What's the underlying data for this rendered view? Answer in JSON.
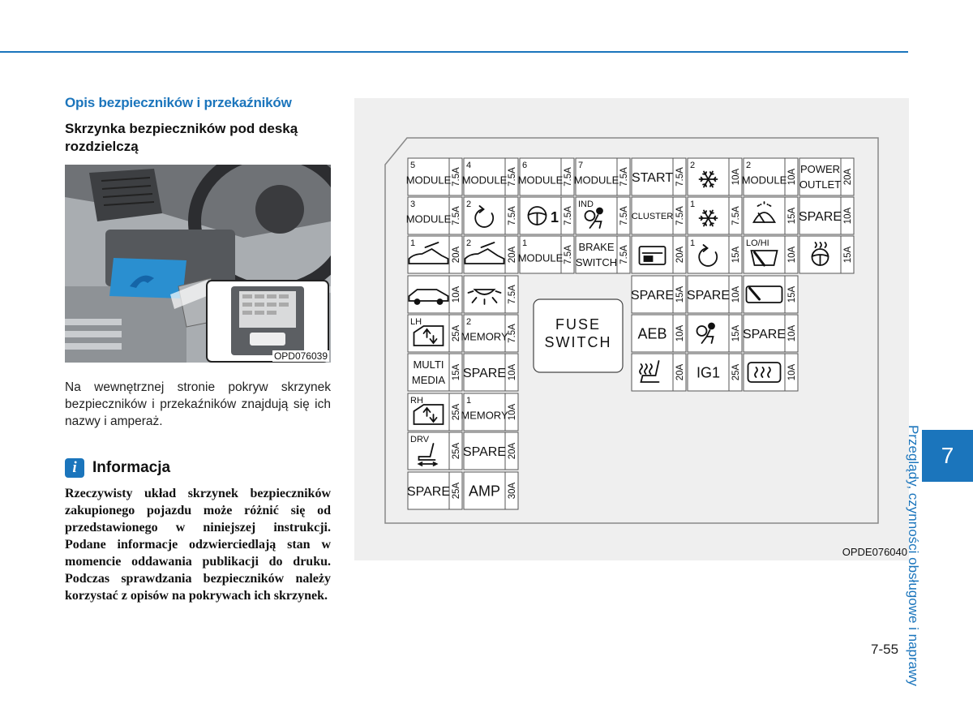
{
  "section": {
    "title": "Opis bezpieczników i przekaźników",
    "subtitle": "Skrzynka bezpieczników pod deską rozdzielczą"
  },
  "photo": {
    "code": "OPD076039"
  },
  "body_text": "Na wewnętrznej stronie pokryw skrzynek bezpieczników i przekaźników znajdują się ich nazwy i amperaż.",
  "info": {
    "icon_letter": "i",
    "title": "Informacja",
    "text": "Rzeczywisty układ skrzynek bezpieczników zakupionego pojazdu może różnić się od przedstawionego w niniejszej instrukcji. Podane informacje odzwierciedlają stan w momencie oddawania publikacji do druku. Podczas sprawdzania bezpieczników należy korzystać z opisów na pokrywach ich skrzynek."
  },
  "diagram": {
    "code": "OPDE076040",
    "switch_lines": [
      "FUSE",
      "SWITCH"
    ],
    "fuses": [
      {
        "id": "r0c0",
        "num": "5",
        "lines": [
          "MODULE"
        ],
        "amp": "7.5A"
      },
      {
        "id": "r0c1",
        "num": "4",
        "lines": [
          "MODULE"
        ],
        "amp": "7.5A"
      },
      {
        "id": "r0c2",
        "num": "6",
        "lines": [
          "MODULE"
        ],
        "amp": "7.5A"
      },
      {
        "id": "r0c3",
        "num": "7",
        "lines": [
          "MODULE"
        ],
        "amp": "7.5A"
      },
      {
        "id": "r0c4",
        "lines": [
          "START"
        ],
        "amp": "7.5A"
      },
      {
        "id": "r0c5",
        "num": "2",
        "icon": "snowflake-icon",
        "amp": "10A"
      },
      {
        "id": "r0c6",
        "num": "2",
        "lines": [
          "MODULE"
        ],
        "amp": "10A"
      },
      {
        "id": "r0c7",
        "lines": [
          "POWER",
          "OUTLET"
        ],
        "amp": "20A"
      },
      {
        "id": "r1c0",
        "num": "3",
        "lines": [
          "MODULE"
        ],
        "amp": "7.5A"
      },
      {
        "id": "r1c1",
        "num": "2",
        "icon": "circular-arrow-icon",
        "amp": "7.5A"
      },
      {
        "id": "r1c2",
        "icon": "steering-wheel-icon",
        "extra": "1",
        "amp": "7.5A"
      },
      {
        "id": "r1c3",
        "num": "IND",
        "icon": "airbag-icon",
        "amp": "7.5A"
      },
      {
        "id": "r1c4",
        "lines": [
          "CLUSTER"
        ],
        "amp": "7.5A"
      },
      {
        "id": "r1c5",
        "num": "1",
        "icon": "snowflake-icon",
        "amp": "7.5A"
      },
      {
        "id": "r1c6",
        "icon": "washer-icon",
        "amp": "15A"
      },
      {
        "id": "r1c7",
        "lines": [
          "SPARE"
        ],
        "amp": "10A"
      },
      {
        "id": "r2c0",
        "num": "1",
        "icon": "sunroof-icon",
        "amp": "20A"
      },
      {
        "id": "r2c1",
        "num": "2",
        "icon": "sunroof-icon",
        "amp": "20A"
      },
      {
        "id": "r2c2",
        "num": "1",
        "lines": [
          "MODULE"
        ],
        "amp": "7.5A"
      },
      {
        "id": "r2c3",
        "lines": [
          "BRAKE",
          "SWITCH"
        ],
        "amp": "7.5A"
      },
      {
        "id": "r2c4",
        "icon": "door-lock-icon",
        "amp": "20A"
      },
      {
        "id": "r2c5",
        "num": "1",
        "icon": "circular-arrow-icon",
        "amp": "15A"
      },
      {
        "id": "r2c6",
        "num": "LO/HI",
        "icon": "wiper-icon",
        "amp": "10A"
      },
      {
        "id": "r2c7",
        "icon": "heated-steering-icon",
        "amp": "15A"
      },
      {
        "id": "r3c0",
        "icon": "car-icon",
        "amp": "10A"
      },
      {
        "id": "r3c1",
        "icon": "room-lamp-icon",
        "amp": "7.5A"
      },
      {
        "id": "r3c4",
        "lines": [
          "SPARE"
        ],
        "amp": "15A"
      },
      {
        "id": "r3c5",
        "lines": [
          "SPARE"
        ],
        "amp": "10A"
      },
      {
        "id": "r3c6",
        "icon": "rear-wiper-icon",
        "amp": "15A"
      },
      {
        "id": "r4c0",
        "num": "LH",
        "icon": "power-window-icon",
        "amp": "25A"
      },
      {
        "id": "r4c1",
        "num": "2",
        "lines": [
          "MEMORY"
        ],
        "amp": "7.5A"
      },
      {
        "id": "r4c4",
        "lines": [
          "AEB"
        ],
        "amp": "10A"
      },
      {
        "id": "r4c5",
        "icon": "airbag-icon",
        "amp": "15A"
      },
      {
        "id": "r4c6",
        "lines": [
          "SPARE"
        ],
        "amp": "10A"
      },
      {
        "id": "r5c0",
        "lines": [
          "MULTI",
          "MEDIA"
        ],
        "amp": "15A"
      },
      {
        "id": "r5c1",
        "lines": [
          "SPARE"
        ],
        "amp": "10A"
      },
      {
        "id": "r5c4",
        "icon": "heated-seat-icon",
        "amp": "20A"
      },
      {
        "id": "r5c5",
        "lines": [
          "IG1"
        ],
        "amp": "25A"
      },
      {
        "id": "r5c6",
        "icon": "rear-defroster-icon",
        "amp": "10A"
      },
      {
        "id": "r6c0",
        "num": "RH",
        "icon": "power-window-icon",
        "amp": "25A"
      },
      {
        "id": "r6c1",
        "num": "1",
        "lines": [
          "MEMORY"
        ],
        "amp": "10A"
      },
      {
        "id": "r7c0",
        "num": "DRV",
        "icon": "power-seat-icon",
        "amp": "25A"
      },
      {
        "id": "r7c1",
        "lines": [
          "SPARE"
        ],
        "amp": "20A"
      },
      {
        "id": "r8c0",
        "lines": [
          "SPARE"
        ],
        "amp": "25A"
      },
      {
        "id": "r8c1",
        "lines": [
          "AMP"
        ],
        "amp": "30A"
      }
    ]
  },
  "side_label": "Przeglądy, czynności obsługowe i naprawy",
  "chapter": "7",
  "page_number": "7-55"
}
